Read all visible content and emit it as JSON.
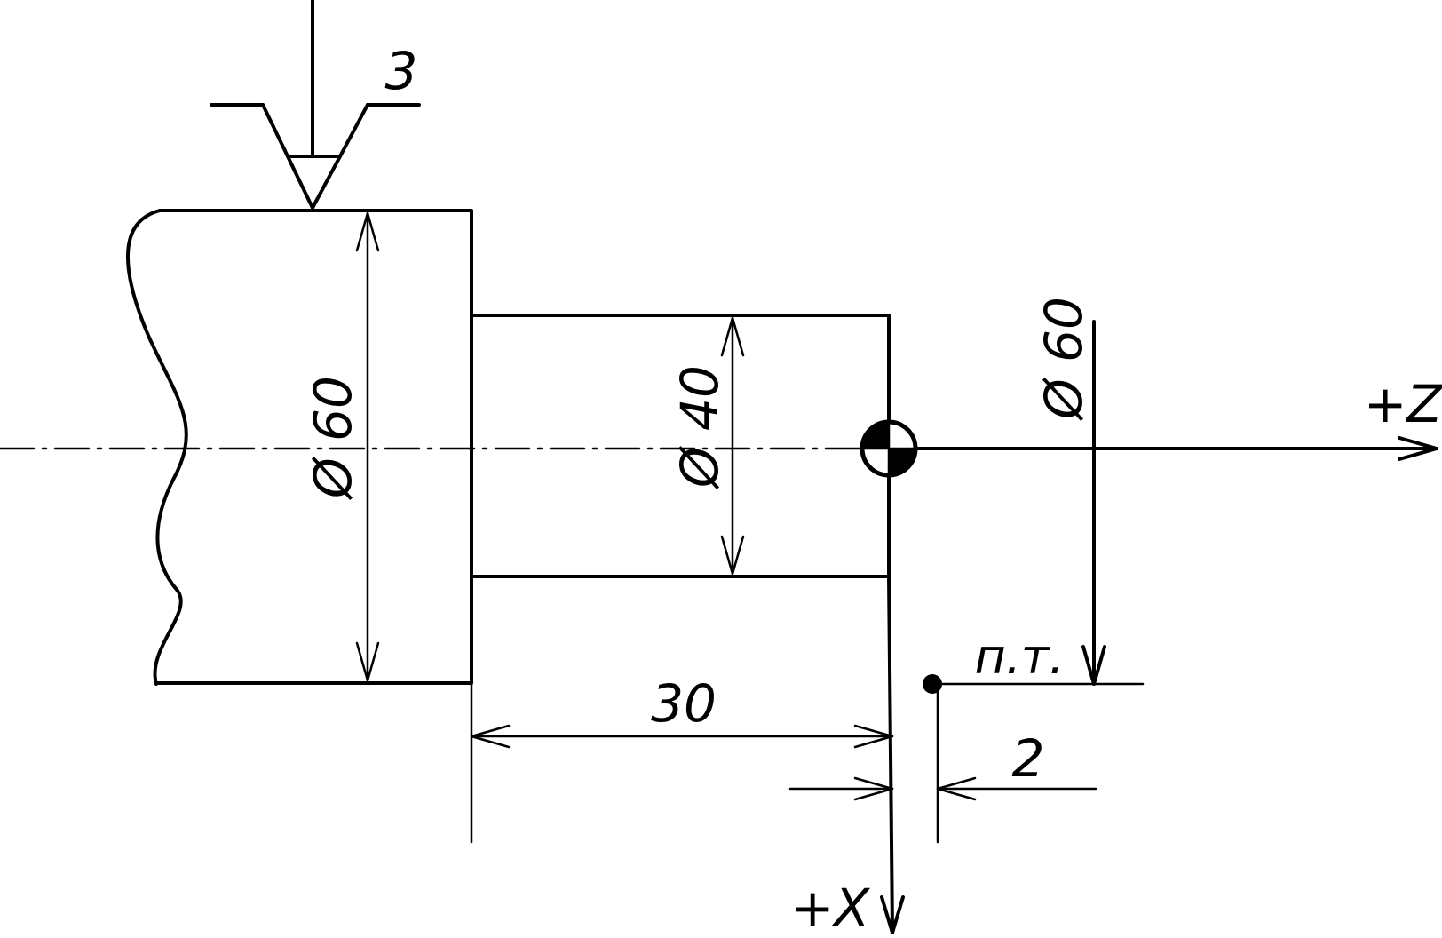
{
  "labels": {
    "surface_mark": "3",
    "diameter_large_left": "Ø 60",
    "diameter_small": "Ø 40",
    "diameter_ref_right": "Ø 60",
    "axis_z": "+Z",
    "axis_x": "+X",
    "tool_point": "п.т.",
    "length_30": "30",
    "offset_2": "2"
  }
}
